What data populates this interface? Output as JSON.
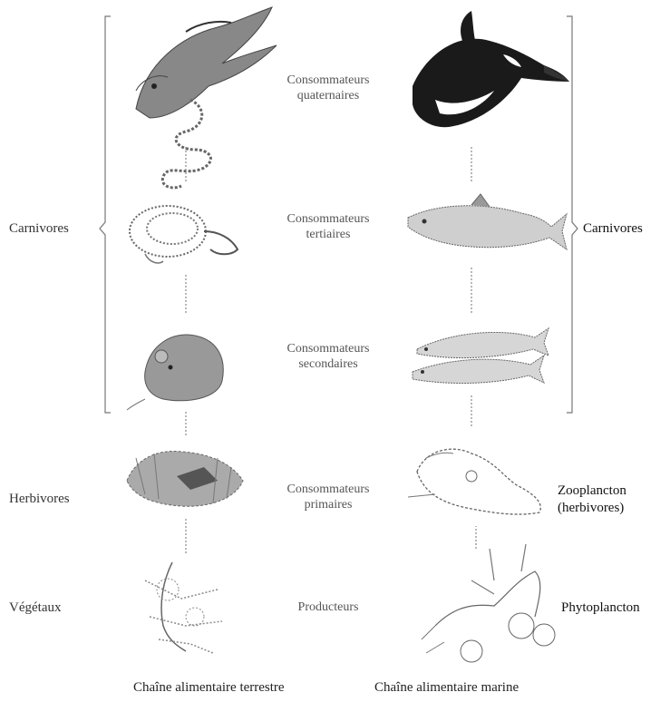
{
  "left_labels": {
    "carnivores": "Carnivores",
    "herbivores": "Herbivores",
    "vegetaux": "Végétaux"
  },
  "right_labels": {
    "carnivores": "Carnivores",
    "zooplancton_1": "Zooplancton",
    "zooplancton_2": "(herbivores)",
    "phytoplancton": "Phytoplancton"
  },
  "levels": [
    {
      "line1": "Consommateurs",
      "line2": "quaternaires"
    },
    {
      "line1": "Consommateurs",
      "line2": "tertiaires"
    },
    {
      "line1": "Consommateurs",
      "line2": "secondaires"
    },
    {
      "line1": "Consommateurs",
      "line2": "primaires"
    },
    {
      "line1": "Producteurs",
      "line2": ""
    }
  ],
  "captions": {
    "terrestrial": "Chaîne alimentaire terrestre",
    "marine": "Chaîne alimentaire marine"
  },
  "colors": {
    "ink": "#333333",
    "dark": "#111111",
    "sketch": "#6b6b6b"
  }
}
